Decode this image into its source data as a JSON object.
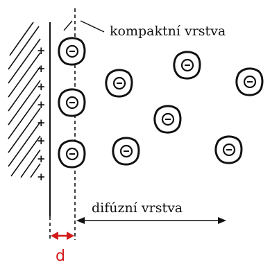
{
  "labels": {
    "compact_layer": "kompaktní vrstva",
    "diffuse_layer": "difúzní vrstva",
    "thickness": "d"
  },
  "surface_charge_sign": "+",
  "ion_charge_sign": "⊖",
  "colors": {
    "ink": "#111111",
    "thickness_marker": "#d11a1a"
  }
}
